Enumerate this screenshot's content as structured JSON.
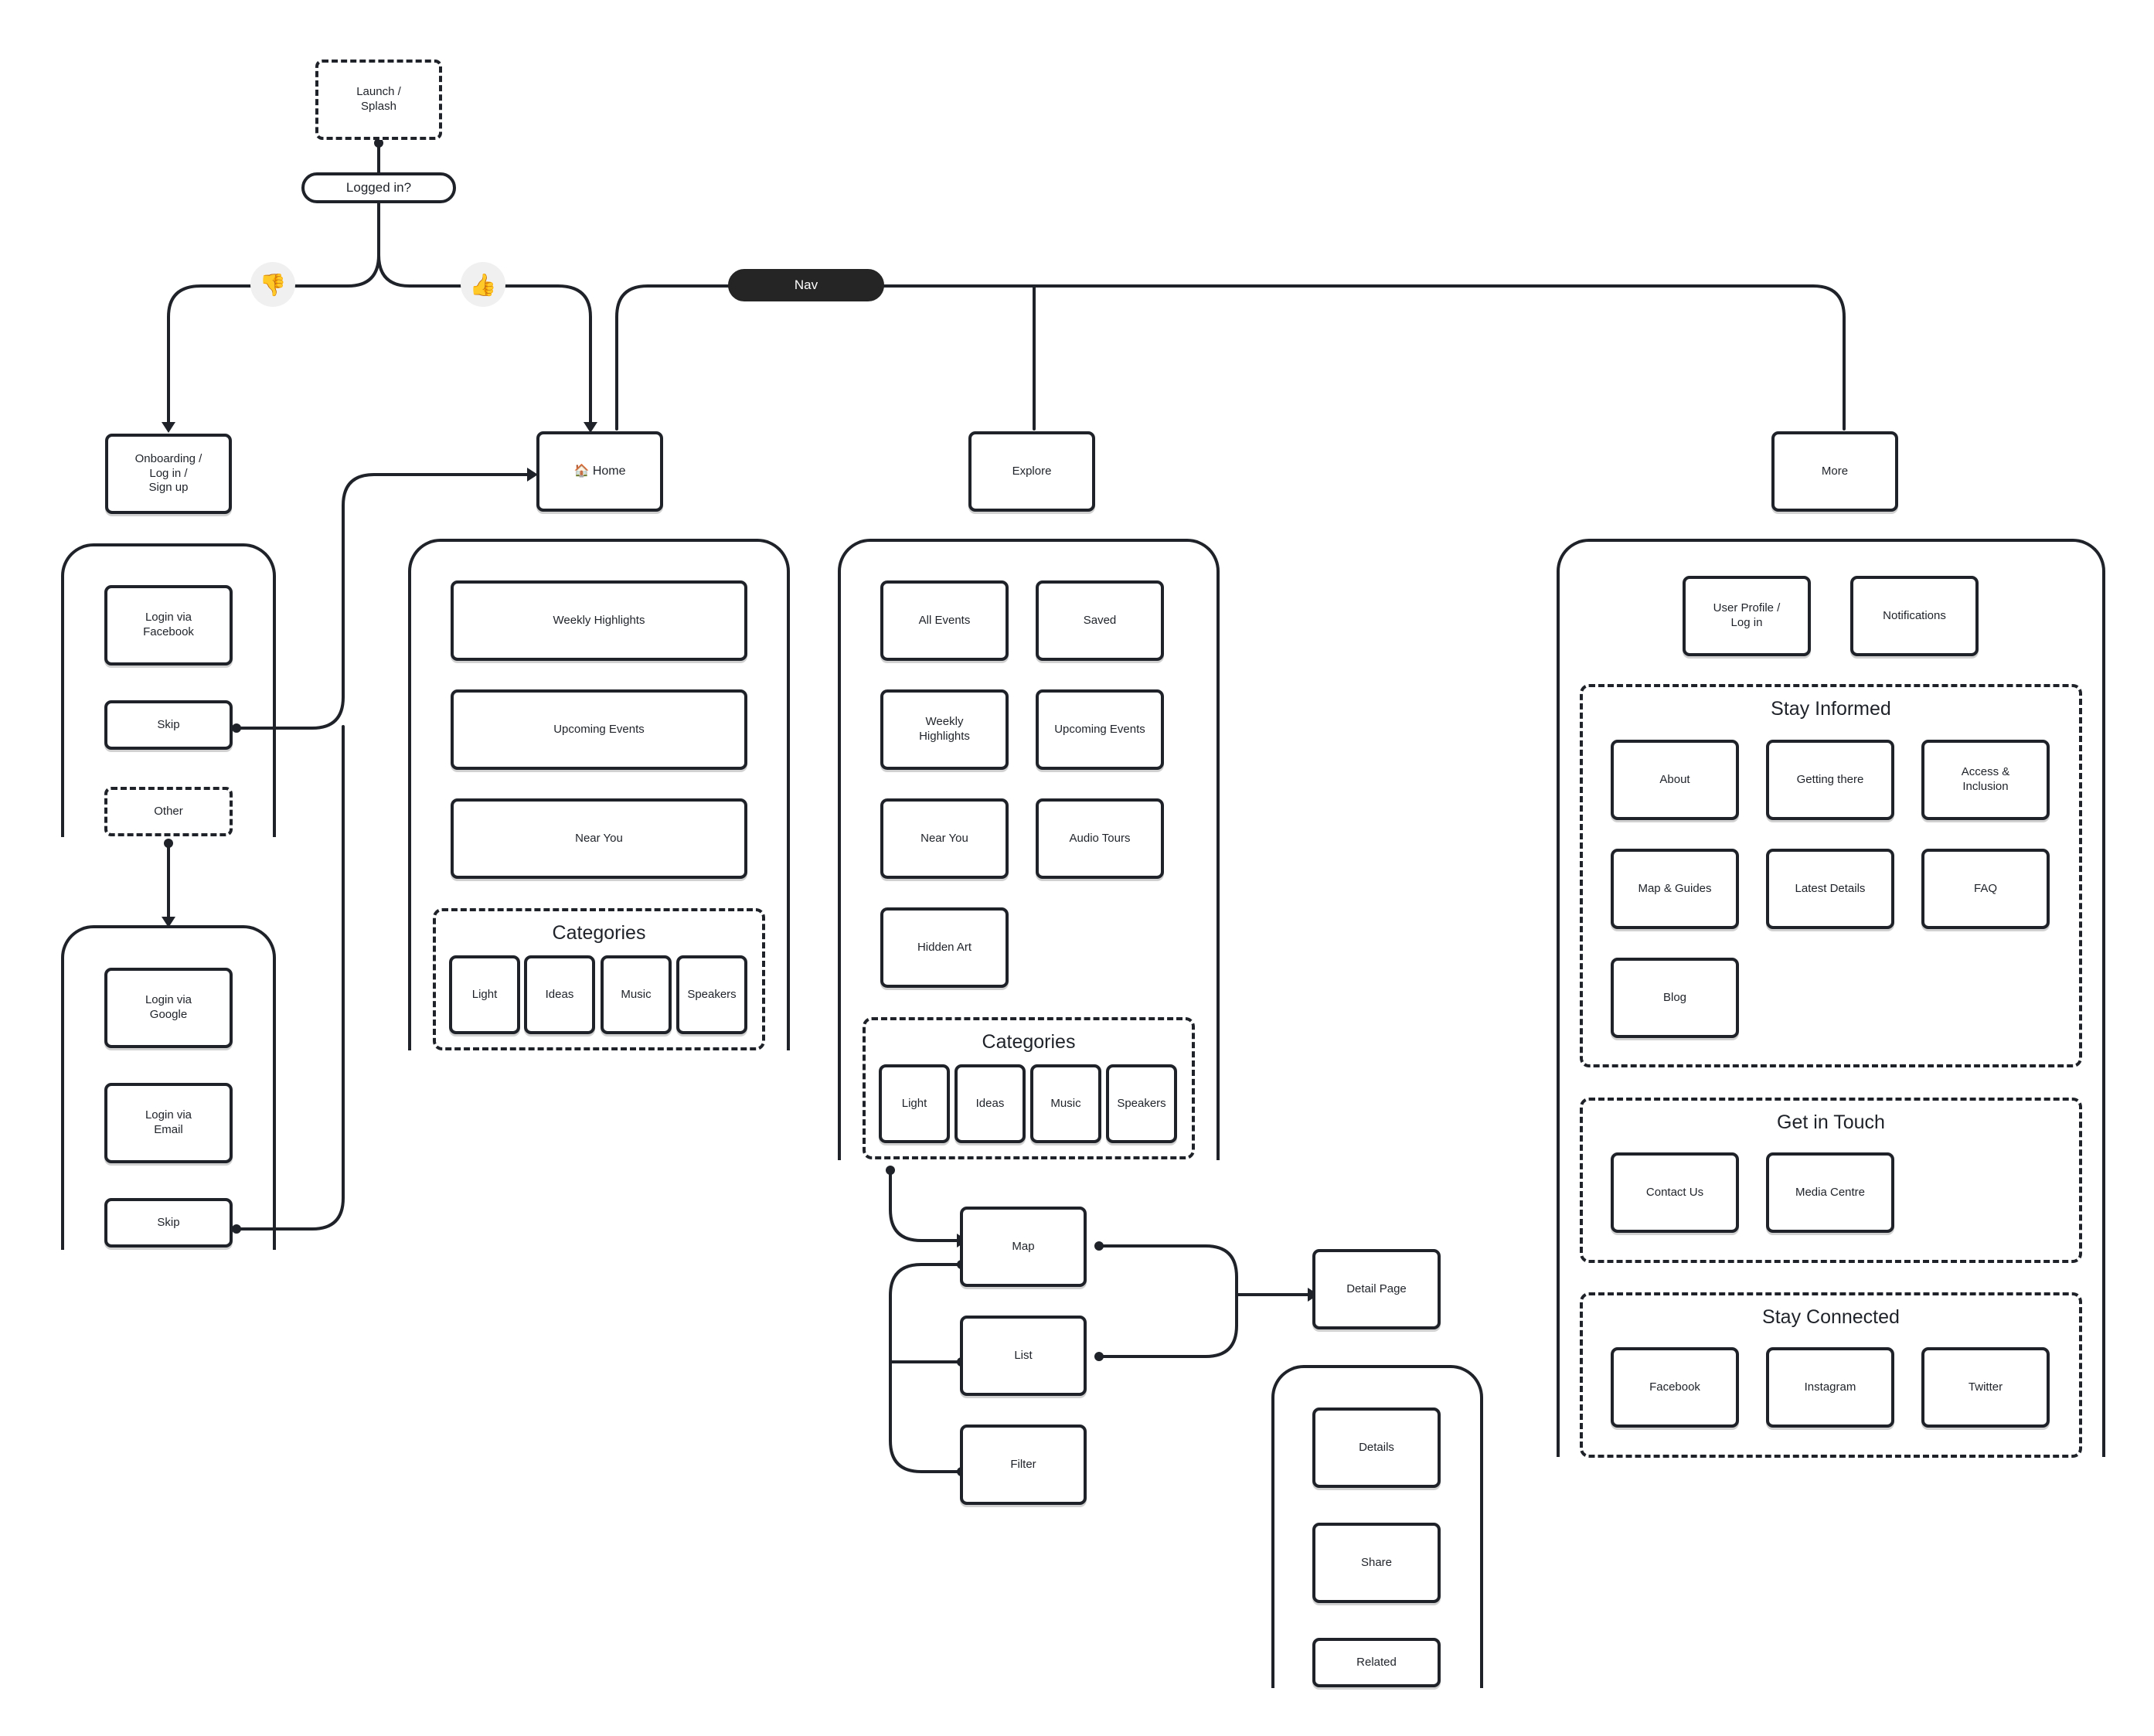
{
  "start": {
    "launch": "Launch /\nSplash",
    "decision": "Logged in?",
    "no_icon": "👎",
    "yes_icon": "👍"
  },
  "nav": {
    "label": "Nav",
    "home": "🏠 Home",
    "explore": "Explore",
    "more": "More"
  },
  "onboarding": {
    "title": "Onboarding /\nLog in /\nSign up",
    "facebook": "Login via\nFacebook",
    "skip": "Skip",
    "other": "Other",
    "google": "Login via\nGoogle",
    "email": "Login via\nEmail",
    "skip2": "Skip"
  },
  "home_section": {
    "weekly": "Weekly Highlights",
    "upcoming": "Upcoming Events",
    "near": "Near You",
    "categories_title": "Categories",
    "categories": [
      "Light",
      "Ideas",
      "Music",
      "Speakers"
    ]
  },
  "explore_section": {
    "all_events": "All Events",
    "saved": "Saved",
    "weekly": "Weekly\nHighlights",
    "upcoming": "Upcoming Events",
    "near": "Near You",
    "audio": "Audio Tours",
    "hidden": "Hidden Art",
    "categories_title": "Categories",
    "categories": [
      "Light",
      "Ideas",
      "Music",
      "Speakers"
    ],
    "map": "Map",
    "list": "List",
    "filter": "Filter",
    "detail_page": "Detail Page",
    "details": "Details",
    "share": "Share",
    "related": "Related"
  },
  "more_section": {
    "profile": "User Profile /\nLog in",
    "notifications": "Notifications",
    "stay_informed": "Stay Informed",
    "about": "About",
    "getting_there": "Getting there",
    "access": "Access &\nInclusion",
    "map_guides": "Map & Guides",
    "latest": "Latest Details",
    "faq": "FAQ",
    "blog": "Blog",
    "get_in_touch": "Get in Touch",
    "contact": "Contact Us",
    "media": "Media Centre",
    "stay_connected": "Stay Connected",
    "facebook": "Facebook",
    "instagram": "Instagram",
    "twitter": "Twitter"
  }
}
